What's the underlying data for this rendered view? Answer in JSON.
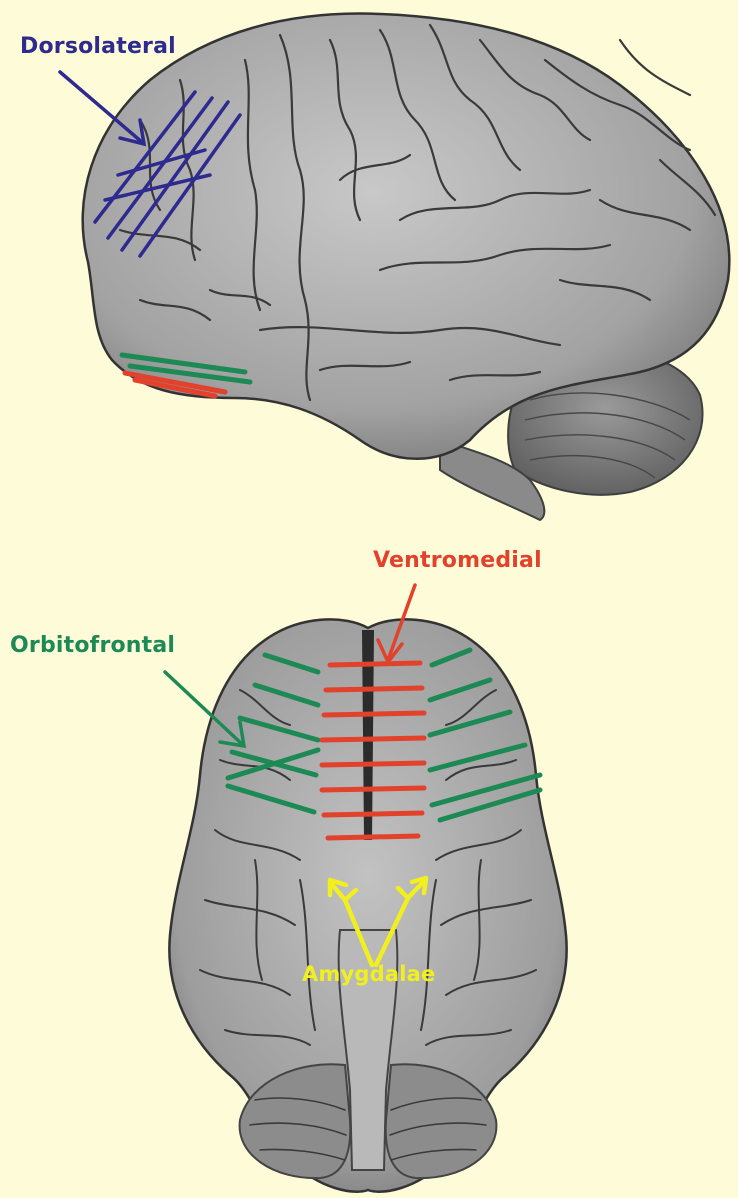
{
  "labels": {
    "dorsolateral": "Dorsolateral",
    "ventromedial": "Ventromedial",
    "orbitofrontal": "Orbitofrontal",
    "amygdalae": "Amygdalae"
  },
  "colors": {
    "background": "#fefbd8",
    "dorsolateral": "#2e2a8f",
    "ventromedial": "#e2412c",
    "orbitofrontal": "#1d8a55",
    "amygdalae": "#f2ef1e",
    "brain": "#a9a9a9"
  },
  "figures": [
    {
      "view": "lateral-brain"
    },
    {
      "view": "ventral-brain"
    }
  ]
}
